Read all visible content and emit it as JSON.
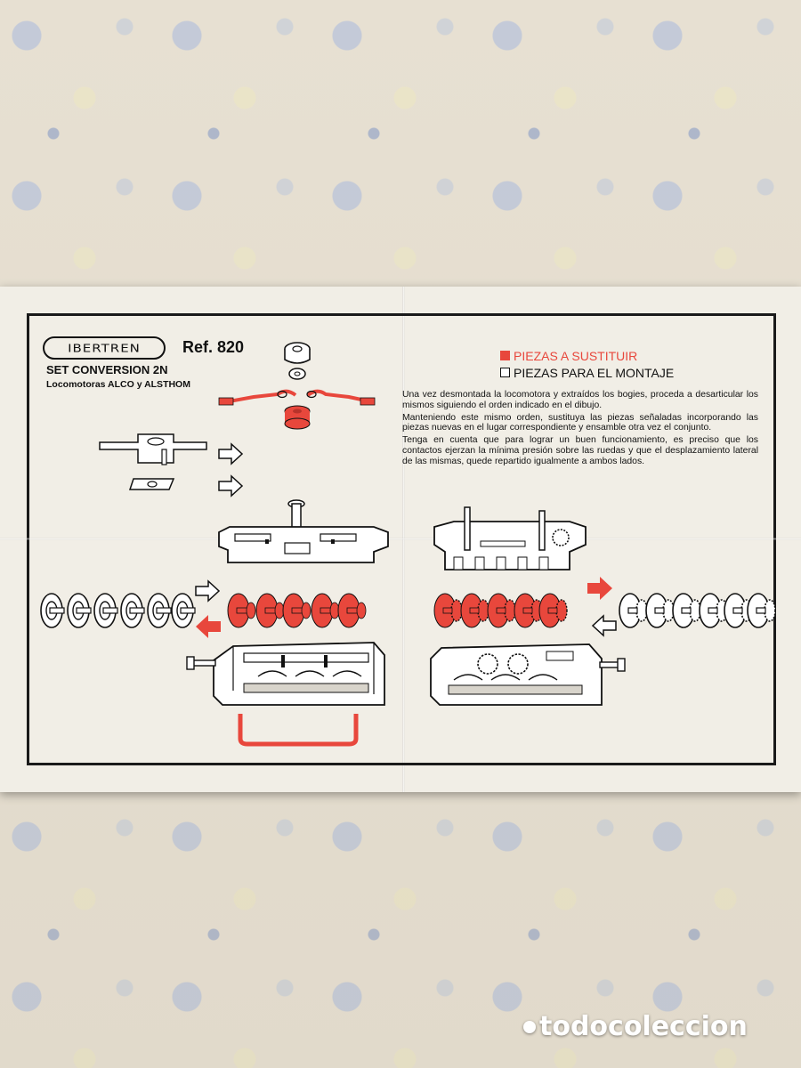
{
  "header": {
    "brand_logo": "IBERTREN",
    "ref": "Ref. 820",
    "set_title": "SET CONVERSION 2N",
    "subtitle": "Locomotoras ALCO y ALSTHOM"
  },
  "legend": {
    "replace_label": "PIEZAS A SUSTITUIR",
    "mount_label": "PIEZAS PARA EL MONTAJE",
    "replace_color": "#e8473c",
    "mount_color": "#ffffff"
  },
  "instructions": [
    "Una vez desmontada la locomotora y extraídos los bogies, proceda a desarticular los mismos siguiendo el orden indicado en el dibujo.",
    "Manteniendo este mismo orden, sustituya las piezas señaladas incorporando las piezas nuevas en el lugar correspondiente y ensamble otra vez el conjunto.",
    "Tenga en cuenta que para lograr un buen funcionamiento, es preciso que los contactos ejerzan la mínima presión sobre las ruedas y que el desplazamiento lateral de las mismas, quede repartido igualmente a ambos lados."
  ],
  "watermark": "todocoleccion",
  "colors": {
    "accent_red": "#e8473c",
    "ink": "#111111",
    "paper": "#f1eee6"
  }
}
